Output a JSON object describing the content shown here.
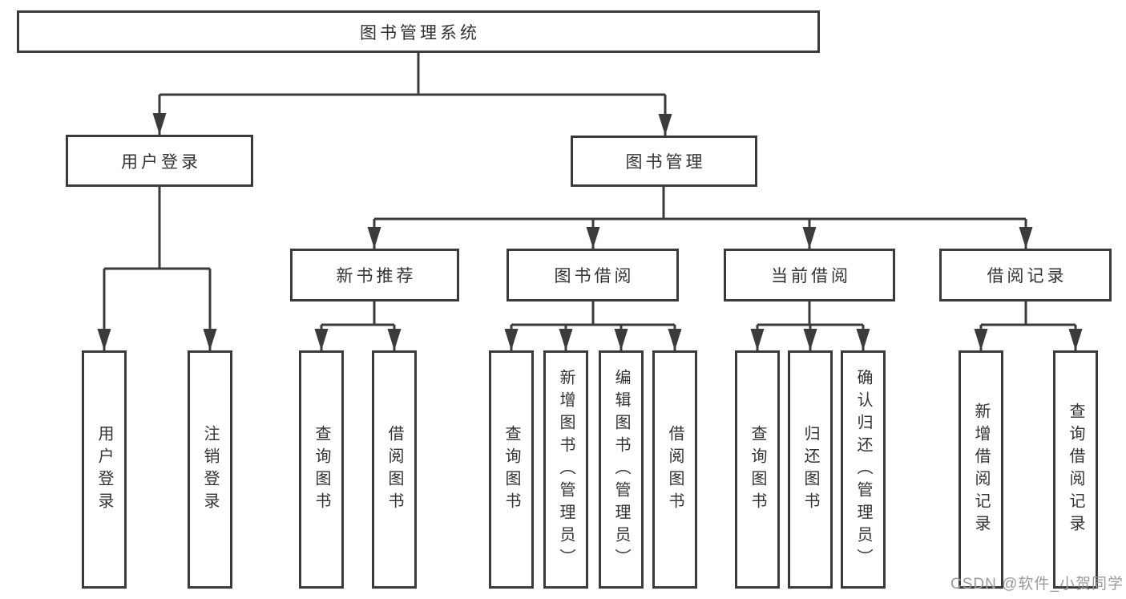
{
  "nodes": {
    "root": {
      "label": "图书管理系统"
    },
    "level2": [
      {
        "label": "用户登录"
      },
      {
        "label": "图书管理"
      }
    ],
    "level3": [
      {
        "label": "新书推荐"
      },
      {
        "label": "图书借阅"
      },
      {
        "label": "当前借阅"
      },
      {
        "label": "借阅记录"
      }
    ],
    "leaves": [
      {
        "label": "用户登录"
      },
      {
        "label": "注销登录"
      },
      {
        "label": "查询图书"
      },
      {
        "label": "借阅图书"
      },
      {
        "label": "查询图书"
      },
      {
        "label": "新增图书（管理员）"
      },
      {
        "label": "编辑图书（管理员）"
      },
      {
        "label": "借阅图书"
      },
      {
        "label": "查询图书"
      },
      {
        "label": "归还图书"
      },
      {
        "label": "确认归还（管理员）"
      },
      {
        "label": "新增借阅记录"
      },
      {
        "label": "查询借阅记录"
      }
    ]
  },
  "watermark": {
    "text": "CSDN @软件_小贺同学"
  },
  "colors": {
    "line": "#3b3b3b",
    "box_border": "#3b3b3b",
    "text": "#333333",
    "watermark": "#9b9b9b",
    "background": "#ffffff"
  }
}
